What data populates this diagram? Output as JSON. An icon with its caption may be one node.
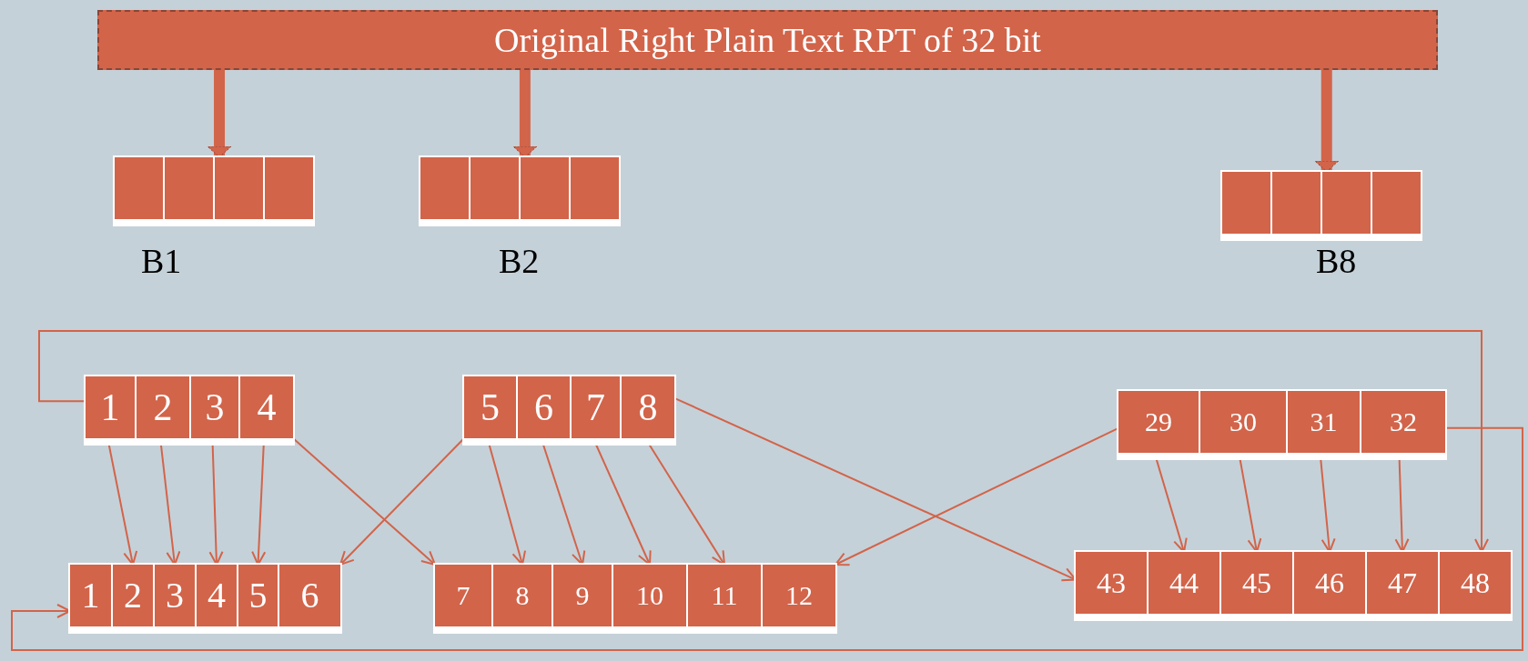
{
  "diagram": {
    "nodes": [
      {
        "text": [
          "Original Right Plain Text RPT of 32 bit"
        ]
      },
      {
        "text": [],
        "shape": "box",
        "beside": [
          "B1"
        ]
      },
      {
        "text": [],
        "shape": "box",
        "in": 1
      },
      {
        "text": [],
        "shape": "box",
        "in": 1
      },
      {
        "text": [],
        "shape": "box",
        "in": 1
      },
      {
        "text": [],
        "shape": "box",
        "in": 1
      },
      {
        "text": [],
        "shape": "box",
        "beside": [
          "B2"
        ]
      },
      {
        "text": [],
        "shape": "box",
        "in": 6
      },
      {
        "text": [],
        "shape": "box",
        "in": 6
      },
      {
        "text": [],
        "shape": "box",
        "in": 6
      },
      {
        "text": [],
        "shape": "box",
        "in": 6
      },
      {
        "text": [],
        "shape": "box",
        "beside": [
          "B8"
        ]
      },
      {
        "text": [],
        "shape": "box",
        "in": 11
      },
      {
        "text": [],
        "shape": "box",
        "in": 11
      },
      {
        "text": [],
        "shape": "box",
        "in": 11
      },
      {
        "text": [],
        "shape": "box",
        "in": 11
      },
      {
        "text": [],
        "shape": "box"
      },
      {
        "text": [
          "1"
        ],
        "in": 16
      },
      {
        "text": [
          "2"
        ],
        "in": 16
      },
      {
        "text": [
          "3"
        ],
        "in": 16
      },
      {
        "text": [
          "4"
        ],
        "in": 16
      },
      {
        "text": [],
        "shape": "box"
      },
      {
        "text": [
          "5"
        ],
        "in": 21
      },
      {
        "text": [
          "6"
        ],
        "in": 21
      },
      {
        "text": [
          "7"
        ],
        "in": 21
      },
      {
        "text": [
          "8"
        ],
        "in": 21
      },
      {
        "text": [],
        "shape": "box"
      },
      {
        "text": [
          "29"
        ],
        "in": 26
      },
      {
        "text": [
          "30"
        ],
        "in": 26
      },
      {
        "text": [
          "31"
        ],
        "in": 26
      },
      {
        "text": [
          "32"
        ],
        "in": 26
      },
      {
        "text": [],
        "shape": "box"
      },
      {
        "text": [
          "1"
        ],
        "in": 31
      },
      {
        "text": [
          "2"
        ],
        "in": 31
      },
      {
        "text": [
          "3"
        ],
        "in": 31
      },
      {
        "text": [
          "4"
        ],
        "in": 31
      },
      {
        "text": [
          "5"
        ],
        "in": 31
      },
      {
        "text": [
          "6"
        ],
        "in": 31
      },
      {
        "text": [],
        "shape": "box"
      },
      {
        "text": [
          "7"
        ],
        "in": 38
      },
      {
        "text": [
          "8"
        ],
        "in": 38
      },
      {
        "text": [
          "9"
        ],
        "in": 38
      },
      {
        "text": [
          "10"
        ],
        "in": 38
      },
      {
        "text": [
          "11"
        ],
        "in": 38
      },
      {
        "text": [
          "12"
        ],
        "in": 38
      },
      {
        "text": [],
        "shape": "box"
      },
      {
        "text": [
          "43"
        ],
        "in": 45
      },
      {
        "text": [
          "44"
        ],
        "in": 45
      },
      {
        "text": [
          "45"
        ],
        "in": 45
      },
      {
        "text": [
          "46"
        ],
        "in": 45
      },
      {
        "text": [
          "47"
        ],
        "in": 45
      },
      {
        "text": [
          "48"
        ],
        "in": 45
      }
    ],
    "edges": [
      {
        "from": 0,
        "to": 1,
        "arrow": "to",
        "style": "thick"
      },
      {
        "from": 0,
        "to": 6,
        "arrow": "to",
        "style": "thick"
      },
      {
        "from": 0,
        "to": 11,
        "arrow": "to",
        "style": "thick"
      },
      {
        "from": 17,
        "to": 33,
        "arrow": "to"
      },
      {
        "from": 18,
        "to": 34,
        "arrow": "to"
      },
      {
        "from": 19,
        "to": 35,
        "arrow": "to"
      },
      {
        "from": 20,
        "to": 36,
        "arrow": "to"
      },
      {
        "from": 20,
        "to": 39,
        "arrow": "to"
      },
      {
        "from": 22,
        "to": 37,
        "arrow": "to"
      },
      {
        "from": 22,
        "to": 40,
        "arrow": "to"
      },
      {
        "from": 23,
        "to": 41,
        "arrow": "to"
      },
      {
        "from": 24,
        "to": 42,
        "arrow": "to"
      },
      {
        "from": 25,
        "to": 43,
        "arrow": "to"
      },
      {
        "from": 25,
        "to": 46,
        "arrow": "to"
      },
      {
        "from": 27,
        "to": 44,
        "arrow": "to"
      },
      {
        "from": 27,
        "to": 47,
        "arrow": "to"
      },
      {
        "from": 28,
        "to": 48,
        "arrow": "to"
      },
      {
        "from": 29,
        "to": 49,
        "arrow": "to"
      },
      {
        "from": 30,
        "to": 50,
        "arrow": "to"
      },
      {
        "from": 17,
        "to": 51,
        "arrow": "to"
      },
      {
        "from": 30,
        "to": 32,
        "arrow": "to"
      }
    ]
  }
}
